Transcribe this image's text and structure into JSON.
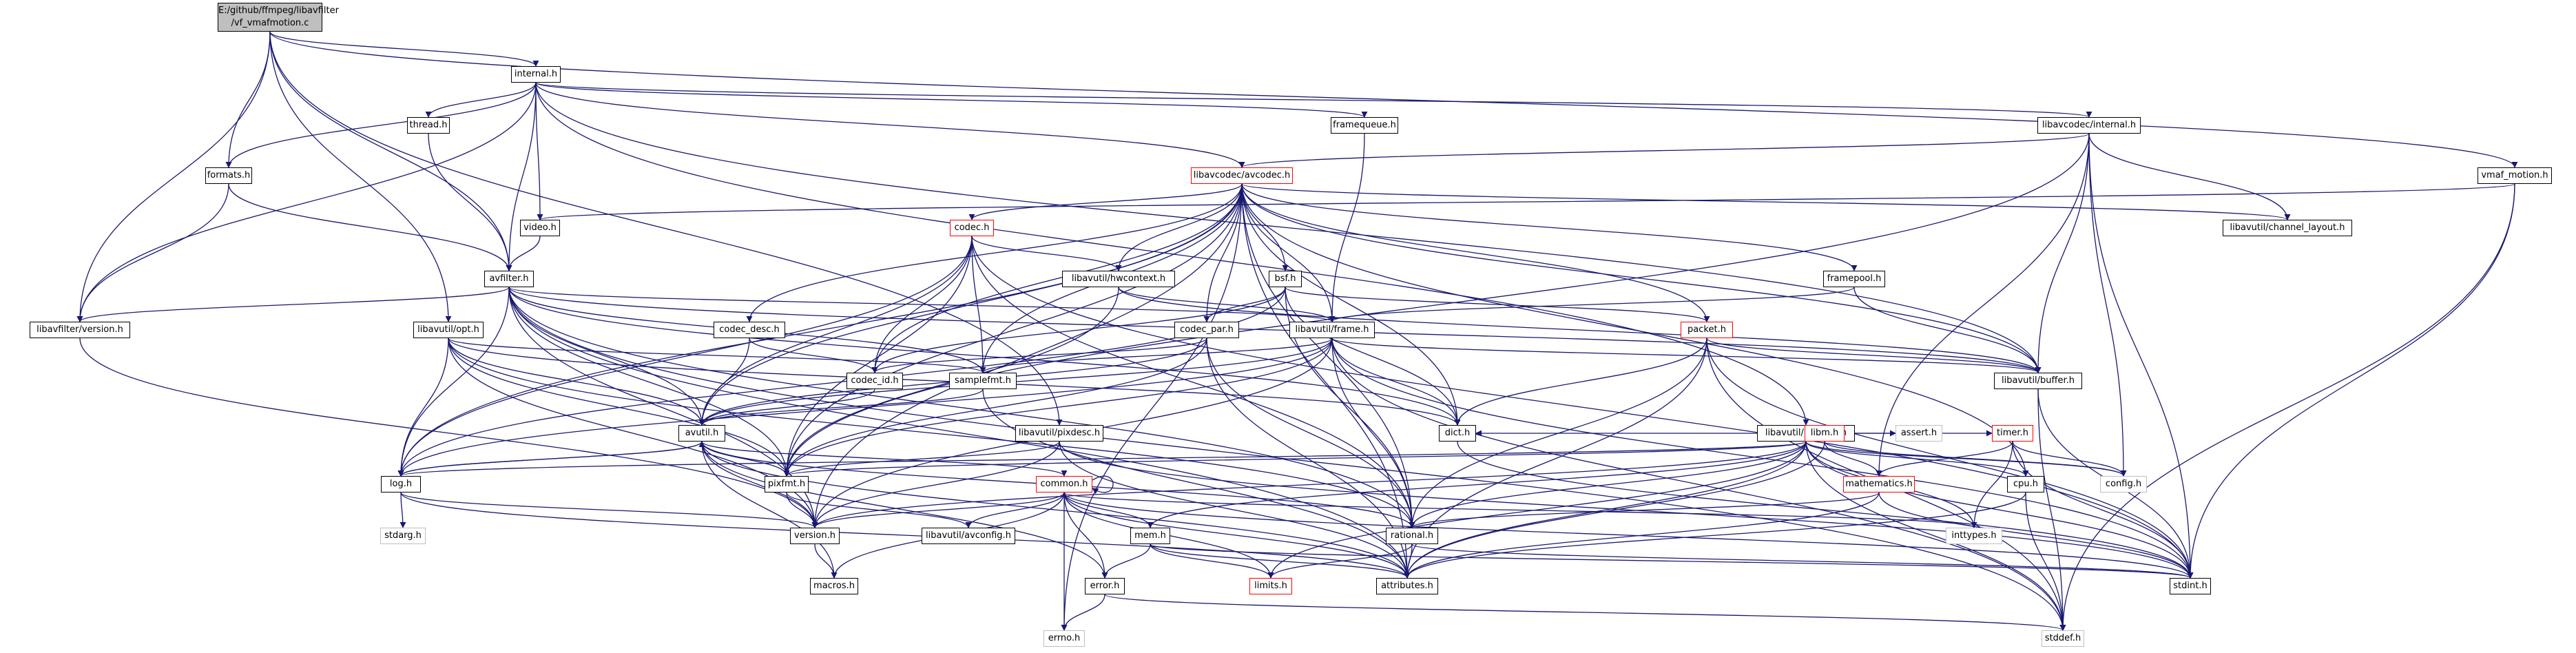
{
  "colors": {
    "edge": "#191970",
    "normal": "#000000",
    "truncated": "#ff0000",
    "external": "#bfbfbf",
    "root_fill": "#bfbfbf"
  },
  "nodes": {
    "root": {
      "label": "E:/github/ffmpeg/libavfilter/vf_vmafmotion.c",
      "line1": "E:/github/ffmpeg/libavfilter",
      "line2": "/vf_vmafmotion.c"
    },
    "internal": "internal.h",
    "thread": "thread.h",
    "formats": "formats.h",
    "framequeue": "framequeue.h",
    "avcodec_internal": "libavcodec/internal.h",
    "vmaf_motion": "vmaf_motion.h",
    "avcodec": "libavcodec/avcodec.h",
    "video": "video.h",
    "codec": "codec.h",
    "channel_layout": "libavutil/channel_layout.h",
    "avfilter": "avfilter.h",
    "hwcontext": "libavutil/hwcontext.h",
    "bsf": "bsf.h",
    "framepool": "framepool.h",
    "avfilter_version": "libavfilter/version.h",
    "opt": "libavutil/opt.h",
    "codec_desc": "codec_desc.h",
    "codec_par": "codec_par.h",
    "frame": "libavutil/frame.h",
    "packet": "packet.h",
    "codec_id": "codec_id.h",
    "samplefmt": "samplefmt.h",
    "buffer": "libavutil/buffer.h",
    "avutil_internal": "libavutil/internal.h",
    "avutil": "avutil.h",
    "pixdesc": "libavutil/pixdesc.h",
    "dict": "dict.h",
    "libm": "libm.h",
    "assert": "assert.h",
    "timer": "timer.h",
    "config": "config.h",
    "log": "log.h",
    "pixfmt": "pixfmt.h",
    "common": "common.h",
    "mathematics": "mathematics.h",
    "cpu": "cpu.h",
    "stdarg": "stdarg.h",
    "version": "version.h",
    "avconfig": "libavutil/avconfig.h",
    "mem": "mem.h",
    "rational": "rational.h",
    "inttypes": "inttypes.h",
    "macros": "macros.h",
    "error": "error.h",
    "limits": "limits.h",
    "attributes": "attributes.h",
    "stdint": "stdint.h",
    "errno": "errno.h",
    "stddef": "stddef.h"
  }
}
